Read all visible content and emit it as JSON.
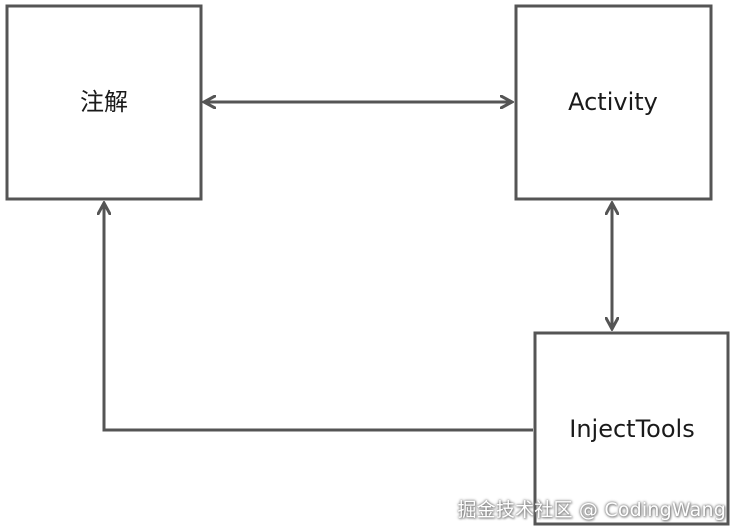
{
  "nodes": {
    "annotation": "注解",
    "activity": "Activity",
    "inject_tools": "InjectTools"
  },
  "edges": [
    {
      "from": "annotation",
      "to": "activity",
      "direction": "both"
    },
    {
      "from": "activity",
      "to": "inject_tools",
      "direction": "both"
    },
    {
      "from": "inject_tools",
      "to": "annotation",
      "direction": "forward"
    }
  ],
  "watermark": "掘金技术社区 @ CodingWang",
  "colors": {
    "stroke": "#555555",
    "text": "#1a1a1a",
    "background": "#ffffff"
  }
}
